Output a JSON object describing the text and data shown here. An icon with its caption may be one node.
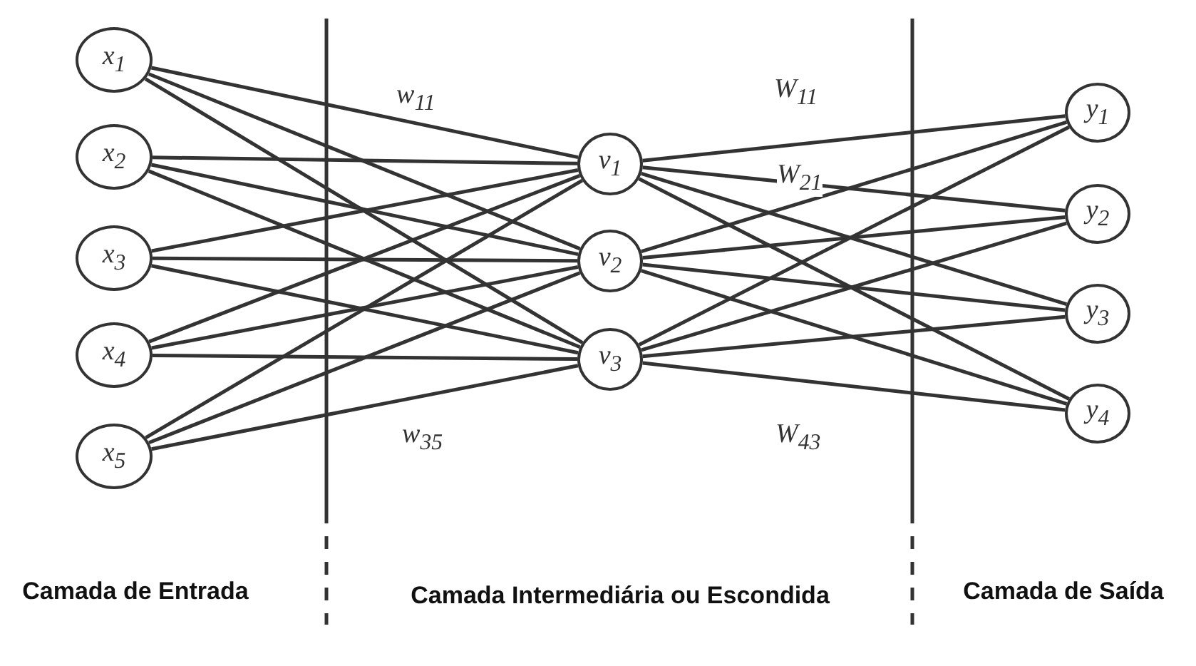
{
  "diagram": {
    "nodes": [
      {
        "text": [
          "x$_{1}$"
        ]
      },
      {
        "text": [
          "x$_{2}$"
        ]
      },
      {
        "text": [
          "x$_{3}$"
        ]
      },
      {
        "text": [
          "x$_{4}$"
        ]
      },
      {
        "text": [
          "x$_{5}$"
        ]
      },
      {
        "text": [
          "v$_{1}$"
        ]
      },
      {
        "text": [
          "v$_{2}$"
        ]
      },
      {
        "text": [
          "v$_{3}$"
        ]
      },
      {
        "text": [
          "y$_{1}$"
        ]
      },
      {
        "text": [
          "y$_{2}$"
        ]
      },
      {
        "text": [
          "y$_{3}$"
        ]
      },
      {
        "text": [
          "y$_{4}$"
        ]
      }
    ],
    "edges": [
      {
        "from": 0,
        "to": 5,
        "arrow": "none"
      },
      {
        "from": 0,
        "to": 6,
        "arrow": "none"
      },
      {
        "from": 0,
        "to": 7,
        "arrow": "none"
      },
      {
        "from": 1,
        "to": 5,
        "arrow": "none"
      },
      {
        "from": 1,
        "to": 6,
        "arrow": "none"
      },
      {
        "from": 1,
        "to": 7,
        "arrow": "none"
      },
      {
        "from": 2,
        "to": 5,
        "arrow": "none"
      },
      {
        "from": 2,
        "to": 6,
        "arrow": "none"
      },
      {
        "from": 2,
        "to": 7,
        "arrow": "none"
      },
      {
        "from": 3,
        "to": 5,
        "arrow": "none"
      },
      {
        "from": 3,
        "to": 6,
        "arrow": "none"
      },
      {
        "from": 3,
        "to": 7,
        "arrow": "none"
      },
      {
        "from": 4,
        "to": 5,
        "arrow": "none"
      },
      {
        "from": 4,
        "to": 6,
        "arrow": "none"
      },
      {
        "from": 4,
        "to": 7,
        "arrow": "none"
      },
      {
        "from": 5,
        "to": 8,
        "arrow": "none"
      },
      {
        "from": 5,
        "to": 9,
        "arrow": "none"
      },
      {
        "from": 5,
        "to": 10,
        "arrow": "none"
      },
      {
        "from": 5,
        "to": 11,
        "arrow": "none"
      },
      {
        "from": 6,
        "to": 8,
        "arrow": "none"
      },
      {
        "from": 6,
        "to": 9,
        "arrow": "none"
      },
      {
        "from": 6,
        "to": 10,
        "arrow": "none"
      },
      {
        "from": 6,
        "to": 11,
        "arrow": "none"
      },
      {
        "from": 7,
        "to": 8,
        "arrow": "none"
      },
      {
        "from": 7,
        "to": 9,
        "arrow": "none"
      },
      {
        "from": 7,
        "to": 10,
        "arrow": "none"
      },
      {
        "from": 7,
        "to": 11,
        "arrow": "none"
      }
    ],
    "labels": [
      "w$_{11}$",
      "W$_{11}$",
      "W$_{21}$",
      "w$_{35}$",
      "W$_{43}$",
      "Camada de Entrada",
      "Camada Intermediária ou Escondida",
      "Camada de Saída"
    ]
  }
}
